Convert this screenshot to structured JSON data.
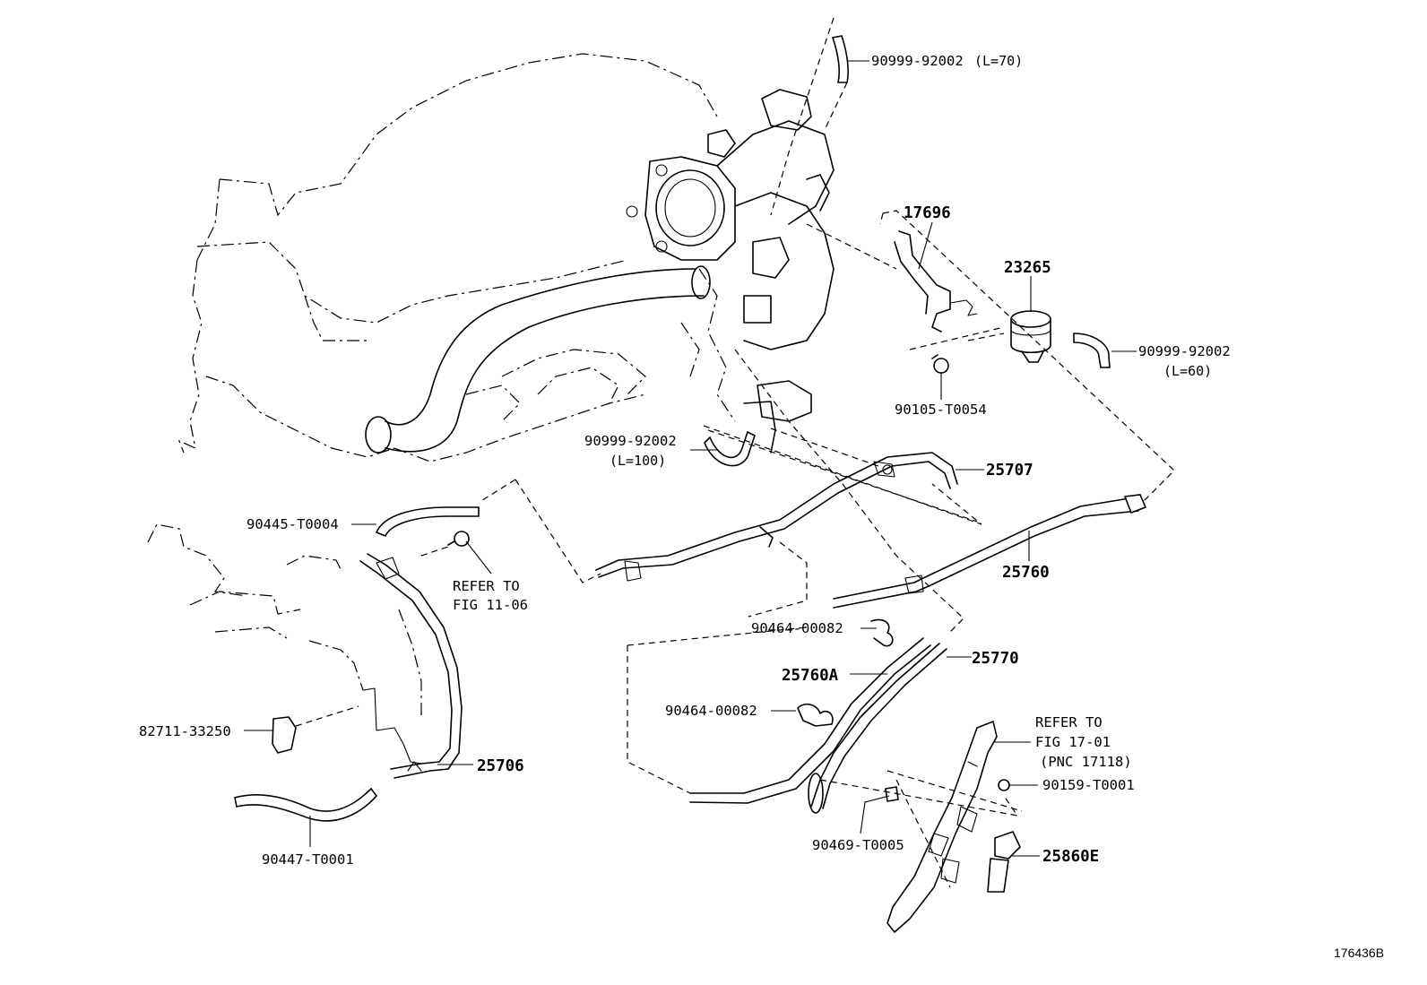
{
  "diagram_id": "176436B",
  "callouts": {
    "p90999_92002_top": "90999-92002",
    "p90999_92002_top_len": "(L=70)",
    "p17696": "17696",
    "p23265": "23265",
    "p90999_92002_right": "90999-92002",
    "p90999_92002_right_len": "(L=60)",
    "p90105_T0054": "90105-T0054",
    "p90999_92002_mid": "90999-92002",
    "p90999_92002_mid_len": "(L=100)",
    "p25707": "25707",
    "p90445_T0004": "90445-T0004",
    "refer1_a": "REFER TO",
    "refer1_b": "FIG 11-06",
    "p25760": "25760",
    "p90464_00082_a": "90464-00082",
    "p25770": "25770",
    "p25760A": "25760A",
    "p90464_00082_b": "90464-00082",
    "refer2_a": "REFER TO",
    "refer2_b": "FIG 17-01",
    "refer2_c": "(PNC 17118)",
    "p90159_T0001": "90159-T0001",
    "p82711_33250": "82711-33250",
    "p25706": "25706",
    "p90447_T0001": "90447-T0001",
    "p90469_T0005": "90469-T0005",
    "p25860E": "25860E"
  }
}
